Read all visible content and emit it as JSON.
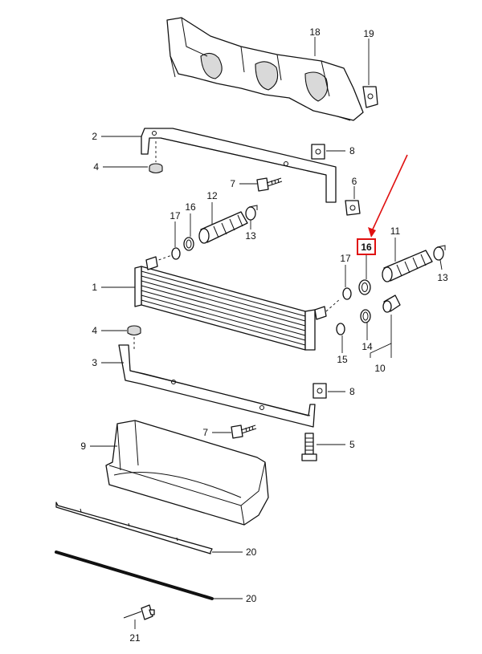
{
  "labels": {
    "p18": "18",
    "p19": "19",
    "p2": "2",
    "p8a": "8",
    "p4a": "4",
    "p7a": "7",
    "p6": "6",
    "p17a": "17",
    "p16a": "16",
    "p12": "12",
    "p13a": "13",
    "p16b": "16",
    "p11": "11",
    "p17b": "17",
    "p13b": "13",
    "p1": "1",
    "p4b": "4",
    "p15": "15",
    "p14": "14",
    "p10": "10",
    "p3": "3",
    "p8b": "8",
    "p7b": "7",
    "p5": "5",
    "p9": "9",
    "p20a": "20",
    "p20b": "20",
    "p21": "21"
  },
  "highlight": {
    "label": "p16b",
    "box_color": "#e01010",
    "arrow_color": "#e01010"
  }
}
